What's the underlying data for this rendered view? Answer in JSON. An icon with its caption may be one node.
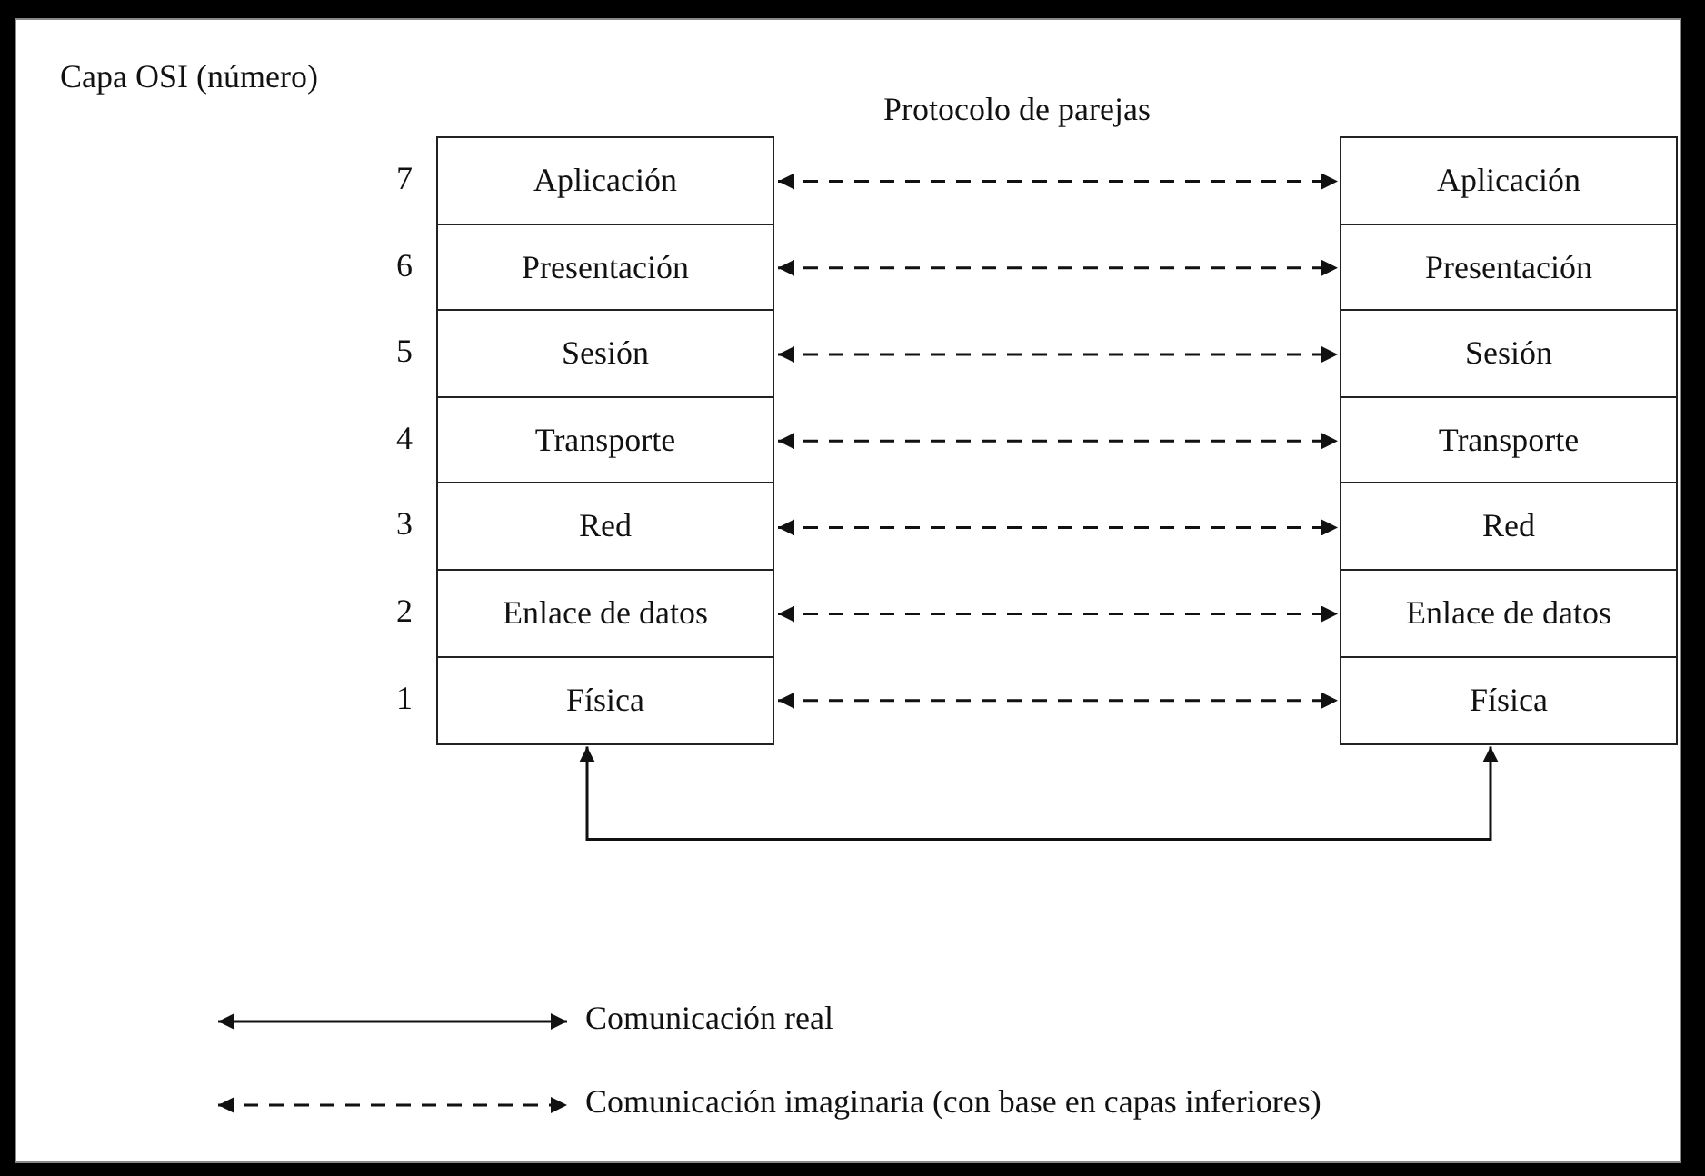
{
  "diagram": {
    "title": "Capa OSI (número)",
    "nodes": [
      {
        "text": [
          "Aplicación"
        ],
        "beside": [
          "7"
        ]
      },
      {
        "text": [
          "Presentación"
        ],
        "beside": [
          "6"
        ]
      },
      {
        "text": [
          "Sesión"
        ],
        "beside": [
          "5"
        ]
      },
      {
        "text": [
          "Transporte"
        ],
        "beside": [
          "4"
        ]
      },
      {
        "text": [
          "Red"
        ],
        "beside": [
          "3"
        ]
      },
      {
        "text": [
          "Enlace de datos"
        ],
        "beside": [
          "2"
        ]
      },
      {
        "text": [
          "Física"
        ],
        "beside": [
          "1"
        ]
      },
      {
        "text": [
          "Aplicación"
        ]
      },
      {
        "text": [
          "Presentación"
        ]
      },
      {
        "text": [
          "Sesión"
        ]
      },
      {
        "text": [
          "Transporte"
        ]
      },
      {
        "text": [
          "Red"
        ]
      },
      {
        "text": [
          "Enlace de datos"
        ]
      },
      {
        "text": [
          "Física"
        ]
      }
    ],
    "edges": [
      {
        "from": 0,
        "to": 7,
        "arrow": "both",
        "style": "dashed"
      },
      {
        "from": 1,
        "to": 8,
        "arrow": "both",
        "style": "dashed"
      },
      {
        "from": 2,
        "to": 9,
        "arrow": "both",
        "style": "dashed"
      },
      {
        "from": 3,
        "to": 10,
        "arrow": "both",
        "style": "dashed"
      },
      {
        "from": 4,
        "to": 11,
        "arrow": "both",
        "style": "dashed"
      },
      {
        "from": 5,
        "to": 12,
        "arrow": "both",
        "style": "dashed"
      },
      {
        "from": 6,
        "to": 13,
        "arrow": "both",
        "style": "dashed"
      },
      {
        "from": 6,
        "to": 13,
        "arrow": "both"
      }
    ],
    "labels": [
      "Protocolo de parejas"
    ],
    "legend": [
      {
        "text": "Comunicación real"
      },
      {
        "text": "Comunicación imaginaria (con base en capas inferiores)"
      }
    ]
  }
}
